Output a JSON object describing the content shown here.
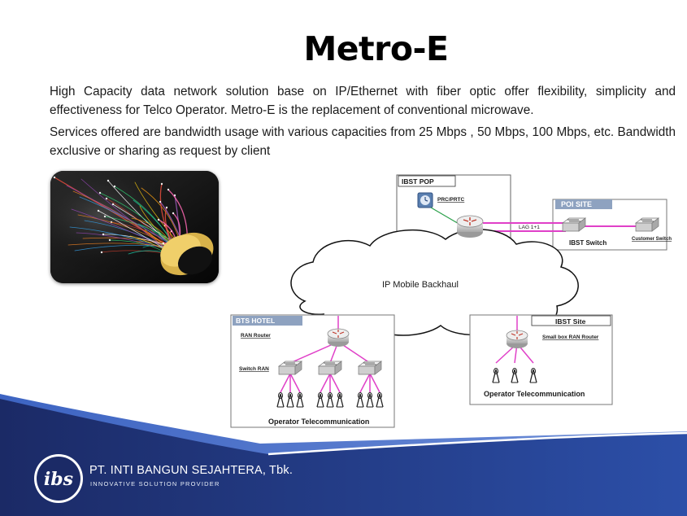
{
  "slide": {
    "title": "Metro-E",
    "paragraph_1": "High Capacity data network solution base on IP/Ethernet with fiber optic offer flexibility, simplicity and effectiveness for Telco Operator. Metro-E is the replacement of conventional microwave.",
    "paragraph_2": "Services offered are bandwidth usage with various capacities from 25 Mbps , 50 Mbps, 100 Mbps, etc.  Bandwidth exclusive or sharing as request by client"
  },
  "diagram": {
    "cloud_label": "IP Mobile Backhaul",
    "ibst_pop": {
      "title": "IBST POP",
      "clock_label": "PRC/PRTC"
    },
    "poi_site": {
      "title": "POI SITE",
      "link_label": "LAG 1+1",
      "ibst_switch": "IBST Switch",
      "customer_switch": "Customer Switch"
    },
    "bts_hotel": {
      "title": "BTS HOTEL",
      "ran_router": "RAN Router",
      "switch_ran": "Switch RAN",
      "operator": "Operator Telecommunication"
    },
    "ibst_site": {
      "title": "IBST Site",
      "router_label": "Small box RAN Router",
      "operator": "Operator Telecommunication"
    }
  },
  "footer": {
    "logo_text": "ibs",
    "company": "PT. INTI BANGUN SEJAHTERA, Tbk.",
    "tagline": "INNOVATIVE SOLUTION PROVIDER"
  },
  "colors": {
    "link_pink": "#e040c8",
    "footer_navy": "#1a2b6e",
    "footer_blue": "#2f55b5",
    "poi_header": "#7f95b5"
  }
}
